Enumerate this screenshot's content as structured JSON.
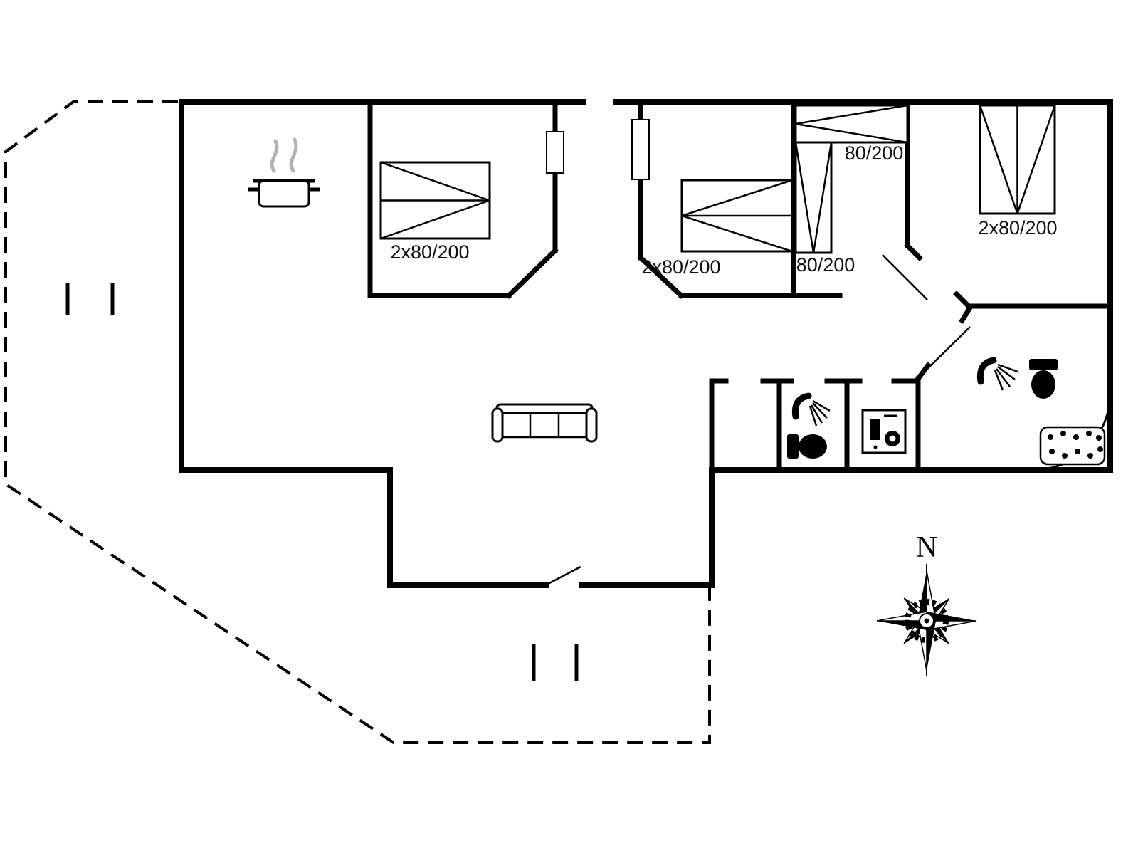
{
  "floorplan": {
    "type": "floor-plan",
    "compass": {
      "north_label": "N"
    },
    "bed_labels": {
      "bedroom1_double": "2x80/200",
      "bedroom2_double": "2x80/200",
      "bedroom3_single_top": "80/200",
      "bedroom3_single_side": "80/200",
      "bedroom4_double": "2x80/200"
    },
    "colors": {
      "walls": "#000000",
      "steam_gray": "#b3b3b3",
      "background": "#ffffff"
    }
  }
}
